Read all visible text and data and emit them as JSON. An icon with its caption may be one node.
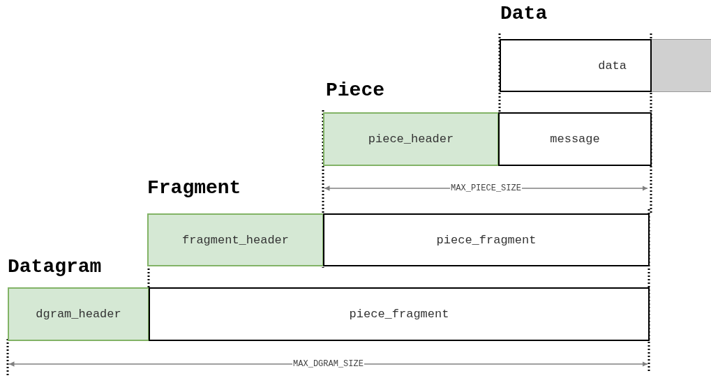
{
  "diagram": {
    "nodes": [
      {
        "text": [
          "data"
        ]
      },
      {
        "text": [],
        "shape": "box"
      },
      {
        "text": [
          "piece_header"
        ]
      },
      {
        "text": [
          "message"
        ]
      },
      {
        "text": [
          "fragment_header"
        ]
      },
      {
        "text": [
          "piece_fragment"
        ]
      },
      {
        "text": [
          "dgram_header"
        ]
      },
      {
        "text": [
          "piece_fragment"
        ]
      }
    ],
    "labels": [
      "Data",
      "Piece",
      "MAX_PIECE_SIZE",
      "Fragment",
      "Datagram",
      "MAX_DGRAM_SIZE"
    ]
  }
}
